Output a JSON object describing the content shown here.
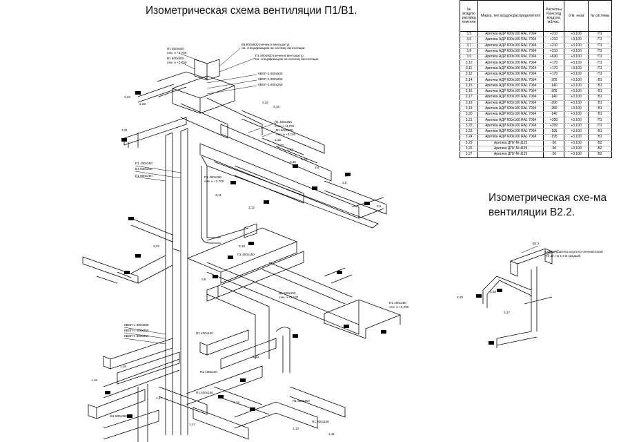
{
  "titles": {
    "main": "Изометрическая схема вентиляции П1/В1.",
    "b22": "Изометрическая схе-ма вентиляции В2.2."
  },
  "table": {
    "headers": [
      "№ воздухо распред елителя",
      "Марка, тип воздухораспределителя",
      "Расчетны й расход воздуха, м3/час.",
      "отм. низа",
      "№ системы"
    ],
    "rows": [
      [
        "3,5",
        "Арктика АДР 600х100 RAL 7004",
        "+210",
        "+3,100",
        "П1"
      ],
      [
        "3,6",
        "Арктика АДР 600х100 RAL 7004",
        "+210",
        "+3,100",
        "П1"
      ],
      [
        "3,7",
        "Арктика АДР 600х100 RAL 7004",
        "+210",
        "+3,100",
        "П1"
      ],
      [
        "3,8",
        "Арктика АДР 600х100 RAL 7004",
        "+210",
        "+3,100",
        "П1"
      ],
      [
        "3,9",
        "Арктика АДР 600х100 RAL 7004",
        "+630",
        "+3,100",
        "П1"
      ],
      [
        "3,10",
        "Арктика АДР 600х100 RAL 7004",
        "+170",
        "+3,100",
        "П1"
      ],
      [
        "3,11",
        "Арктика АДР 600х100 RAL 7004",
        "+170",
        "+3,100",
        "П1"
      ],
      [
        "3,12",
        "Арктика АДР 600х100 RAL 7004",
        "+170",
        "+3,100",
        "П1"
      ],
      [
        "3,14",
        "Арктика АДР 600х100 RAL 7004",
        "-205",
        "+3,100",
        "В1"
      ],
      [
        "3,15",
        "Арктика АДР 600х100 RAL 7004",
        "-140",
        "+3,100",
        "В1"
      ],
      [
        "3,16",
        "Арктика АДР 600х100 RAL 7004",
        "-205",
        "+3,100",
        "В1"
      ],
      [
        "3,17",
        "Арктика АДР 600х100 RAL 7004",
        "-140",
        "+3,100",
        "В1"
      ],
      [
        "3,18",
        "Арктика АДР 600х100 RAL 7004",
        "-200",
        "+3,100",
        "В1"
      ],
      [
        "3,19",
        "Арктика АДР 600х100 RAL 7004",
        "-380",
        "+3,100",
        "В1"
      ],
      [
        "3,20",
        "Арктика АДР 600х100 RAL 7004",
        "-140",
        "+3,100",
        "В1"
      ],
      [
        "3,21",
        "Арктика АДР 600х100 RAL 7004",
        "+200",
        "+3,100",
        "П1"
      ],
      [
        "3,22",
        "Арктика АДР 600х100 RAL 7004",
        "+200",
        "+3,100",
        "П1"
      ],
      [
        "3,23",
        "Арктика АДР 600х100 RAL 7004",
        "-195",
        "+3,100",
        "В1"
      ],
      [
        "3,24",
        "Арктика АДР 600х100 RAL 7004",
        "-195",
        "+3,100",
        "В1"
      ],
      [
        "3,25",
        "Арктика ДПУ-М d125",
        "-50",
        "+3,100",
        "В2"
      ],
      [
        "3,26",
        "Арктика ДПУ-М d125",
        "-50",
        "+3,100",
        "В2"
      ],
      [
        "3,27",
        "Арктика ДПУ-М d125",
        "-50",
        "+3,100",
        "В2"
      ]
    ]
  },
  "labels": {
    "p1_800": "П1 800х500",
    "p1_800_elev": "отм. н +2,700",
    "v1_800": "В1 800х500",
    "v1_800_elev": "отм. н +3,700",
    "note_v1": "В1 800х500 (нечем в вентшахту),",
    "note_v1b": "см. спецификацию на систему вентиляции",
    "note_p1": "П1 800х500 (нечем в вентшахту),",
    "note_p1b": "см. спецификацию на систему вентиляции",
    "kvop1": "КВОП-1 800х500",
    "kvop2": "КВОП-1 800х250",
    "kvop3": "КВОП-1 800х250",
    "d_400_250": "П1 400х250",
    "d_400_250_elev": "отм. н +3,700",
    "d_600_250": "В1 600х250",
    "d_600_250_elev": "отм. н +3,100",
    "d_800_250": "П1 800х250",
    "d_400_150": "П1 400х150",
    "d_400_100": "П1 400х100",
    "d_300_150": "П1 300х150",
    "b22_label": "В2.2",
    "b22_note": "шумоглушитель круглого сечения D200",
    "b22_note2": "(2 шт. по 1,5 м каждый)",
    "tags": [
      "3,24",
      "3,23",
      "3,20",
      "3,16",
      "3,21",
      "3,18",
      "3,17",
      "3,19",
      "3,15",
      "3,14",
      "3,8",
      "3,7",
      "3,6",
      "3,5",
      "3,12",
      "3,11",
      "3,22",
      "3,10",
      "3,9",
      "3,13",
      "3,25",
      "3,26",
      "3,27",
      "1,18",
      "1,16",
      "1,17",
      "1,14",
      "1,13",
      "1,12",
      "1,11"
    ]
  }
}
